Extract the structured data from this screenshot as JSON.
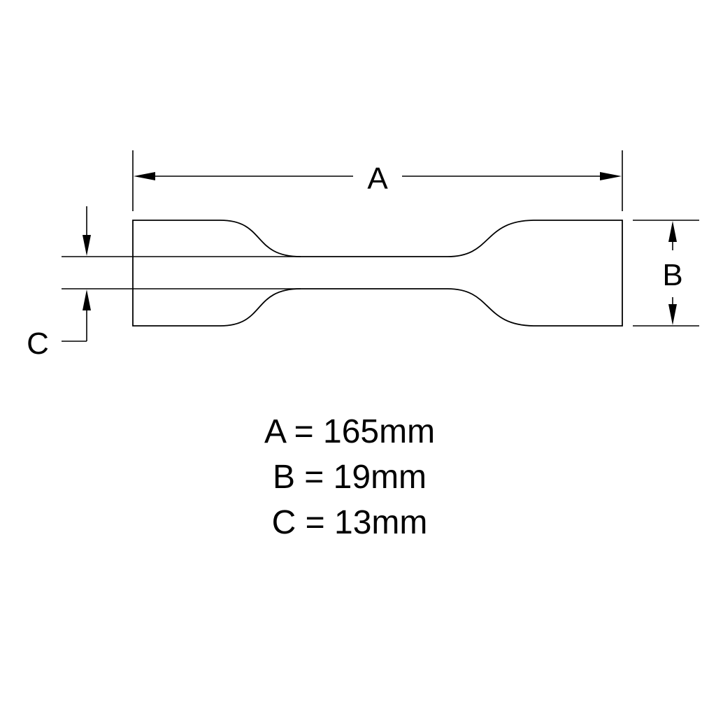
{
  "dimensions": {
    "a_label": "A",
    "b_label": "B",
    "c_label": "C"
  },
  "legend": [
    "A = 165mm",
    "B = 19mm",
    "C = 13mm"
  ],
  "colors": {
    "stroke": "#000000",
    "background": "#ffffff"
  }
}
